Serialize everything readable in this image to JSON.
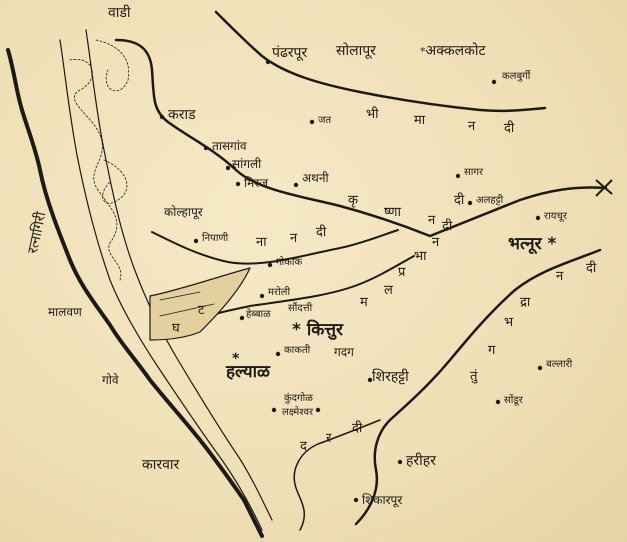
{
  "places": {
    "wadi": "वाडी",
    "karad": "कराड",
    "tasgaon": "तासगांव",
    "sangli": "सांगली",
    "miraj": "मिरज",
    "athani": "अथनी",
    "kolhapur": "कोल्हापूर",
    "nipani": "निपाणी",
    "gokak": "गोकाक",
    "murgod": "मरोली",
    "hebbal": "हेब्बाळ",
    "saundatti": "सौंदत्ती",
    "kittur": "कित्तुर",
    "kakati": "काकती",
    "gadag": "गदग",
    "haliyal": "हल्याळ",
    "shirhatti": "शिरहट्टी",
    "kundgol": "कुंदगोळ",
    "lakshmeshwar": "लक्ष्मेश्वर",
    "harihar": "हरीहर",
    "shikarpur": "शिकारपूर",
    "karwar": "कारवार",
    "goa": "गोवे",
    "malvan": "मालवण",
    "ratnagiri": "रत्नागिरी",
    "pandharpur": "पंढरपूर",
    "solapur": "सोलापूर",
    "akkalkot": "अक्कलकोट",
    "gulbarga": "कलबुर्गी",
    "jat": "जत",
    "sagar": "सागर",
    "kalhatgi": "अलहट्टी",
    "raichur": "रायचूर",
    "bhatnur": "भत्नूर",
    "bellary": "बल्लारी",
    "sonur": "सोंडूर"
  },
  "rivers": {
    "bhima": [
      "भी",
      "मा",
      "न",
      "दी"
    ],
    "krishna": [
      "कृ",
      "ष्णा",
      "न",
      "दी"
    ],
    "ghat": [
      "ना",
      "न",
      "दी"
    ],
    "malaprabha": [
      "म",
      "ल",
      "प्र",
      "भा",
      "न",
      "दी"
    ],
    "tungabhadra_upper": [
      "द",
      "र",
      "दी"
    ],
    "tungabhadra": [
      "तुं",
      "ग",
      "भ",
      "द्रा",
      "न",
      "दी"
    ],
    "region_marks": [
      "घ",
      "ट"
    ]
  }
}
